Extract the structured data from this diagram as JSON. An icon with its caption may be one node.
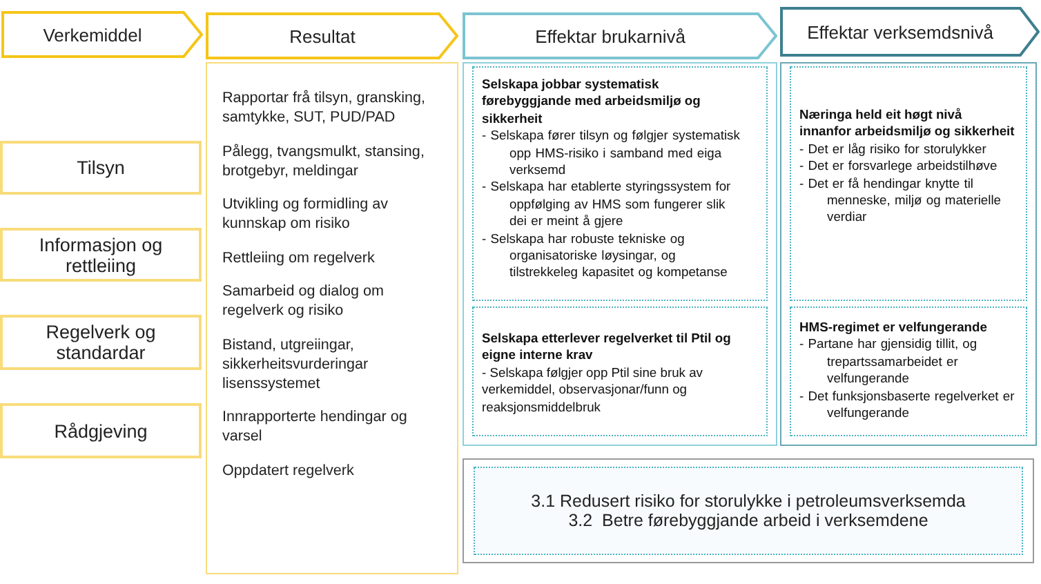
{
  "diagram": {
    "nodes": [
      {
        "text": [
          "Verkemiddel"
        ]
      },
      {
        "text": [
          "Resultat"
        ]
      },
      {
        "text": [
          "Effektar brukarnivå"
        ]
      },
      {
        "text": [
          "Effektar verksemdsnivå"
        ]
      },
      {
        "text": [
          "Tilsyn"
        ]
      },
      {
        "text": [
          "Informasjon og rettleiing"
        ]
      },
      {
        "text": [
          "Regelverk og standardar"
        ]
      },
      {
        "text": [
          "Rådgjeving"
        ]
      },
      {
        "text": [
          "Rapportar frå tilsyn, gransking, samtykke, SUT, PUD/PAD",
          "Pålegg, tvangsmulkt, stansing, brotgebyr, meldingar",
          "Utvikling og formidling av kunnskap om risiko",
          "Rettleiing om regelverk",
          "Samarbeid og dialog om regelverk og risiko",
          "Bistand, utgreiingar, sikkerheitsvurderingar lisenssystemet",
          "Innrapporterte hendingar og varsel",
          "Oppdatert regelverk"
        ]
      },
      {
        "text": [],
        "shape": "box"
      },
      {
        "text": [
          "Selskapa jobbar systematisk førebyggjande med arbeidsmiljø og sikkerheit",
          "- Selskapa fører tilsyn og følgjer systematisk opp HMS-risiko i samband med eiga verksemd",
          "- Selskapa har etablerte styringssystem for oppfølging av HMS som fungerer slik dei er meint å gjere",
          "- Selskapa har robuste tekniske og organisatoriske løysingar, og tilstrekkeleg kapasitet og kompetanse"
        ],
        "in": 9
      },
      {
        "text": [
          "Selskapa etterlever regelverket til Ptil og eigne interne krav",
          "- Selskapa følgjer opp Ptil sine bruk av verkemiddel, observasjonar/funn og reaksjonsmiddelbruk"
        ],
        "in": 9
      },
      {
        "text": [],
        "shape": "box"
      },
      {
        "text": [
          "Næringa held eit høgt nivå innanfor arbeidsmiljø og sikkerheit",
          "- Det er låg risiko for storulykker",
          "- Det er forsvarlege arbeidstilhøve",
          "- Det er få hendingar knytte til menneske, miljø og materielle verdiar"
        ],
        "in": 12
      },
      {
        "text": [
          "HMS-regimet er velfungerande",
          "- Partane har gjensidig tillit, og trepartssamarbeidet er velfungerande",
          "- Det funksjonsbaserte regelverket er velfungerande"
        ],
        "in": 12
      },
      {
        "text": [],
        "shape": "box"
      },
      {
        "text": [
          "3.1 Redusert risiko for storulykke i petroleumsverksemda",
          "3.2  Betre førebyggjande arbeid i verksemdene"
        ],
        "in": 15
      }
    ]
  }
}
